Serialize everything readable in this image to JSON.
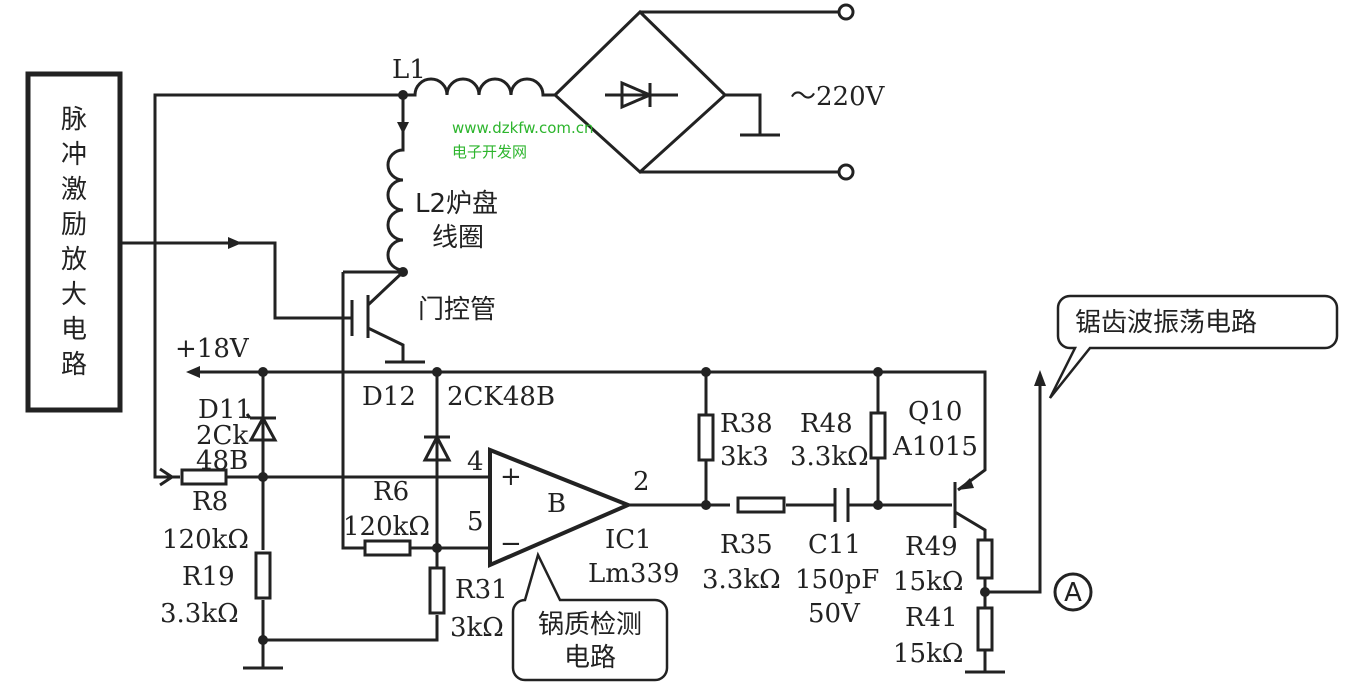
{
  "blocks": {
    "pulse_amp": [
      "脉",
      "冲",
      "激",
      "励",
      "放",
      "大",
      "电",
      "路"
    ]
  },
  "labels": {
    "L1": "L1",
    "L2": "L2炉盘",
    "L2_sub": "线圈",
    "ac": "～220V",
    "igbt": "门控管",
    "v18": "+18V",
    "D11": "D11",
    "D11_val1": "2Ck",
    "D11_val2": "48B",
    "D12": "D12",
    "D12_val": "2CK48B",
    "R8": "R8",
    "R8_val": "120kΩ",
    "R19": "R19",
    "R19_val": "3.3kΩ",
    "R6": "R6",
    "R6_val": "120kΩ",
    "R31": "R31",
    "R31_val": "3kΩ",
    "pin4": "4",
    "pin5": "5",
    "pin2": "2",
    "plus": "+",
    "minus": "−",
    "opamp": "B",
    "IC1": "IC1",
    "IC1_val": "Lm339",
    "R38": "R38",
    "R38_val": "3k3",
    "R48": "R48",
    "R48_val": "3.3kΩ",
    "Q10": "Q10",
    "Q10_val": "A1015",
    "R35": "R35",
    "R35_val": "3.3kΩ",
    "C11": "C11",
    "C11_val": "150pF",
    "C11_v": "50V",
    "R49": "R49",
    "R49_val": "15kΩ",
    "R41": "R41",
    "R41_val": "15kΩ",
    "pointA": "A"
  },
  "callouts": {
    "sawtooth": "锯齿波振荡电路",
    "pan_detect_1": "锅质检测",
    "pan_detect_2": "电路"
  },
  "watermark": {
    "url": "www.dzkfw.com.cn",
    "name": "电子开发网",
    "color": "#2db52d"
  }
}
